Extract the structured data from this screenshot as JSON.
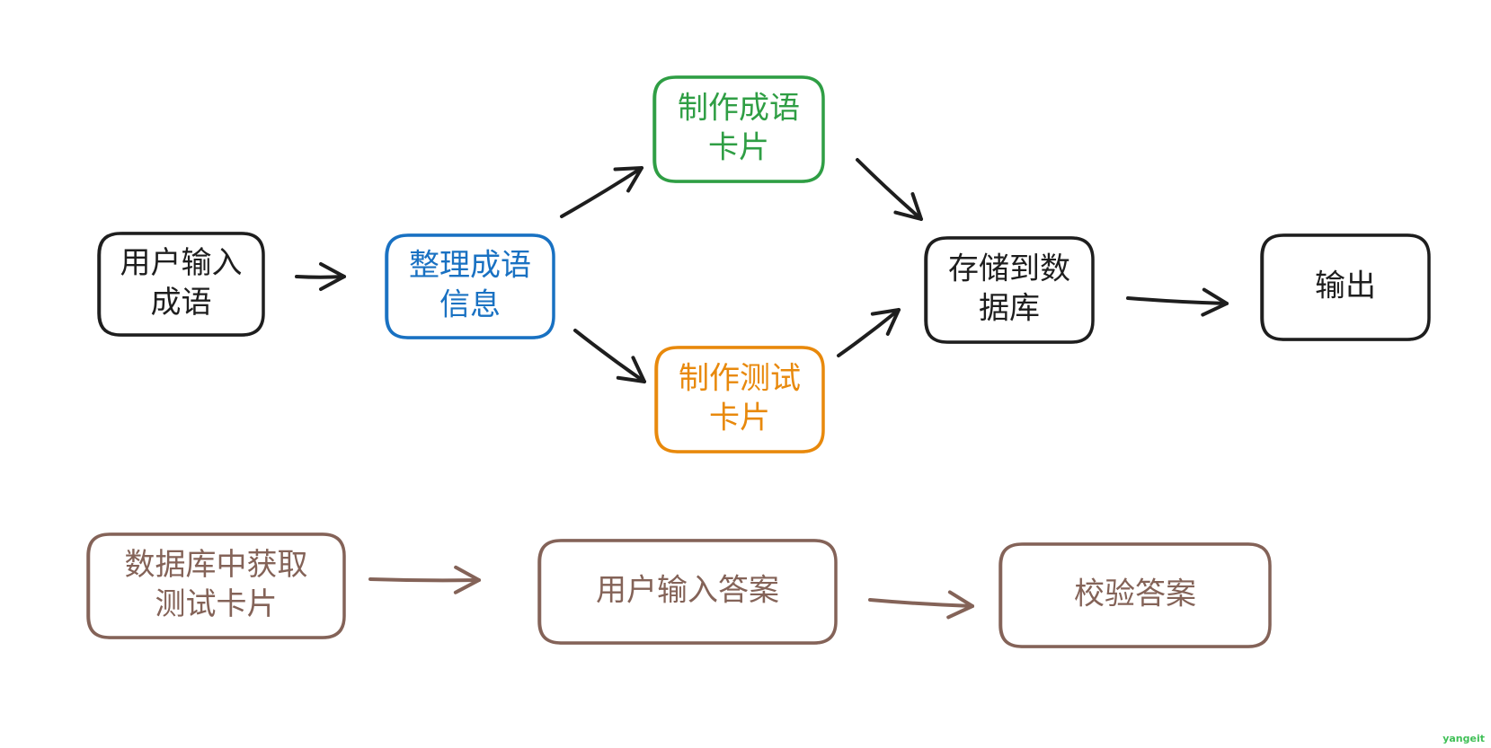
{
  "colors": {
    "black": "#1e1e1e",
    "blue": "#1971c2",
    "green": "#2f9e44",
    "orange": "#e8890c",
    "brown": "#846358",
    "watermark": "#40c057"
  },
  "nodes": {
    "user_input": {
      "lines": [
        "用户输入",
        "成语"
      ],
      "color": "black"
    },
    "organize": {
      "lines": [
        "整理成语",
        "信息"
      ],
      "color": "blue"
    },
    "make_card": {
      "lines": [
        "制作成语",
        "卡片"
      ],
      "color": "green"
    },
    "make_test": {
      "lines": [
        "制作测试",
        "卡片"
      ],
      "color": "orange"
    },
    "store_db": {
      "lines": [
        "存储到数",
        "据库"
      ],
      "color": "black"
    },
    "output": {
      "lines": [
        "输出"
      ],
      "color": "black"
    },
    "fetch_test": {
      "lines": [
        "数据库中获取",
        "测试卡片"
      ],
      "color": "brown"
    },
    "answer_input": {
      "lines": [
        "用户输入答案"
      ],
      "color": "brown"
    },
    "verify": {
      "lines": [
        "校验答案"
      ],
      "color": "brown"
    }
  },
  "edges": [
    {
      "from": "user_input",
      "to": "organize",
      "color": "black"
    },
    {
      "from": "organize",
      "to": "make_card",
      "color": "black"
    },
    {
      "from": "organize",
      "to": "make_test",
      "color": "black"
    },
    {
      "from": "make_card",
      "to": "store_db",
      "color": "black"
    },
    {
      "from": "make_test",
      "to": "store_db",
      "color": "black"
    },
    {
      "from": "store_db",
      "to": "output",
      "color": "black"
    },
    {
      "from": "fetch_test",
      "to": "answer_input",
      "color": "brown"
    },
    {
      "from": "answer_input",
      "to": "verify",
      "color": "brown"
    }
  ],
  "watermark": "yangeit"
}
